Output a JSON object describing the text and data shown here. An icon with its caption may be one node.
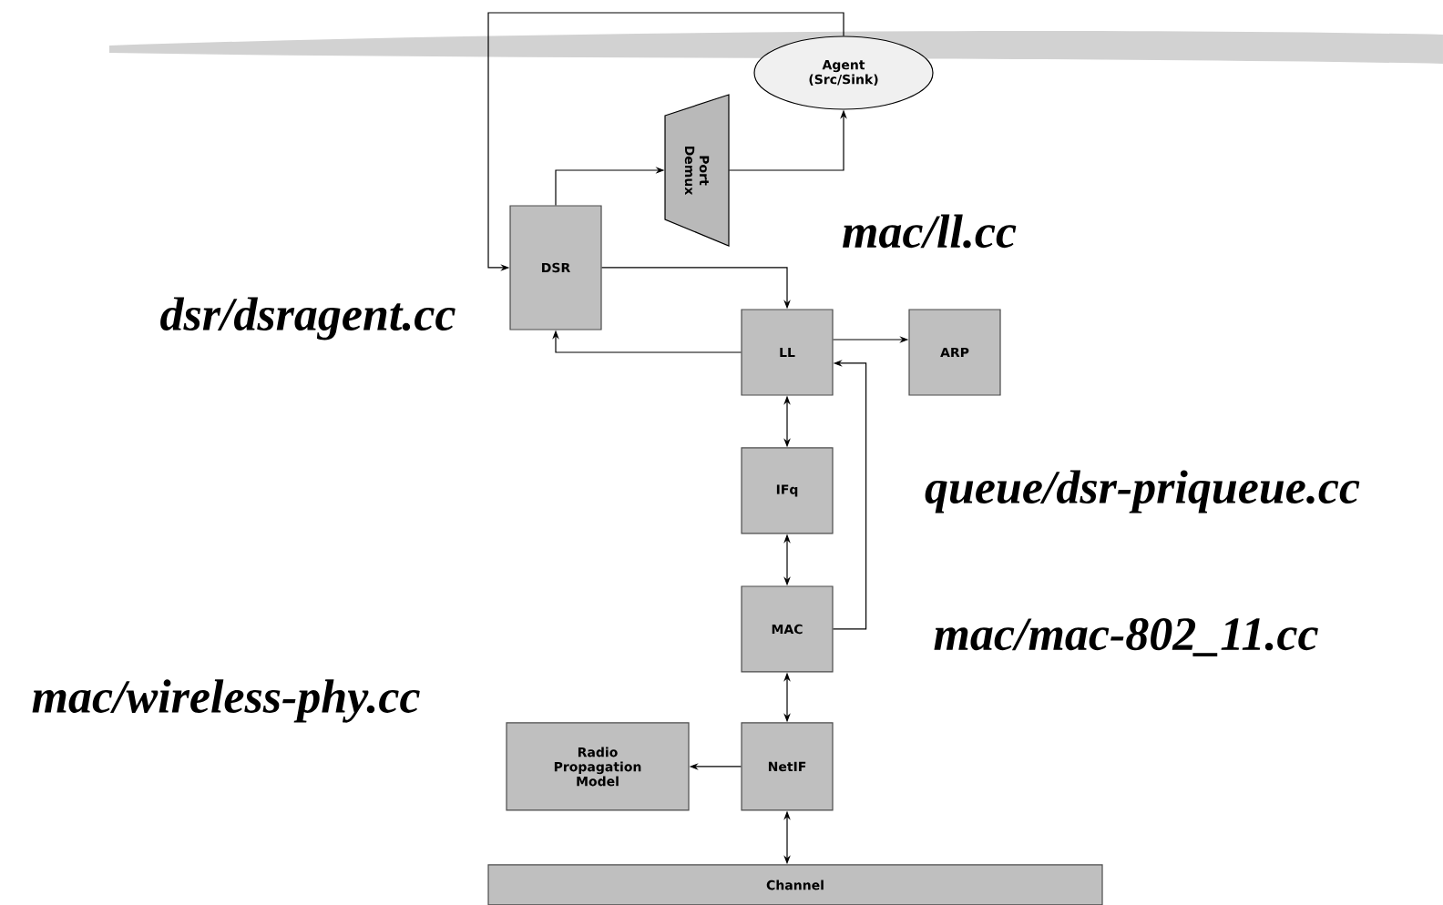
{
  "diagram": {
    "nodes": [
      {
        "text": [
          "Agent (Src/Sink)"
        ]
      },
      {
        "text": [
          "Port Demux"
        ]
      },
      {
        "text": [
          "DSR"
        ]
      },
      {
        "text": [
          "LL"
        ]
      },
      {
        "text": [
          "ARP"
        ]
      },
      {
        "text": [
          "IFq"
        ]
      },
      {
        "text": [
          "MAC"
        ]
      },
      {
        "text": [
          "Radio Propagation Model"
        ]
      },
      {
        "text": [
          "NetIF"
        ]
      },
      {
        "text": [
          "Channel"
        ]
      }
    ],
    "edges": [
      {
        "from": 0,
        "to": 2,
        "arrow": "to"
      },
      {
        "from": 2,
        "to": 1,
        "arrow": "to"
      },
      {
        "from": 1,
        "to": 0,
        "arrow": "to"
      },
      {
        "from": 2,
        "to": 3,
        "arrow": "to"
      },
      {
        "from": 3,
        "to": 2,
        "arrow": "to"
      },
      {
        "from": 3,
        "to": 4,
        "arrow": "to"
      },
      {
        "from": 3,
        "to": 5,
        "arrow": "both"
      },
      {
        "from": 5,
        "to": 6,
        "arrow": "both"
      },
      {
        "from": 6,
        "to": 3,
        "arrow": "to"
      },
      {
        "from": 6,
        "to": 8,
        "arrow": "both"
      },
      {
        "from": 8,
        "to": 7,
        "arrow": "to"
      },
      {
        "from": 8,
        "to": 9,
        "arrow": "both"
      }
    ],
    "labels": [
      "mac/ll.cc",
      "dsr/dsragent.cc",
      "queue/dsr-priqueue.cc",
      "mac/mac-802_11.cc",
      "mac/wireless-phy.cc"
    ]
  }
}
